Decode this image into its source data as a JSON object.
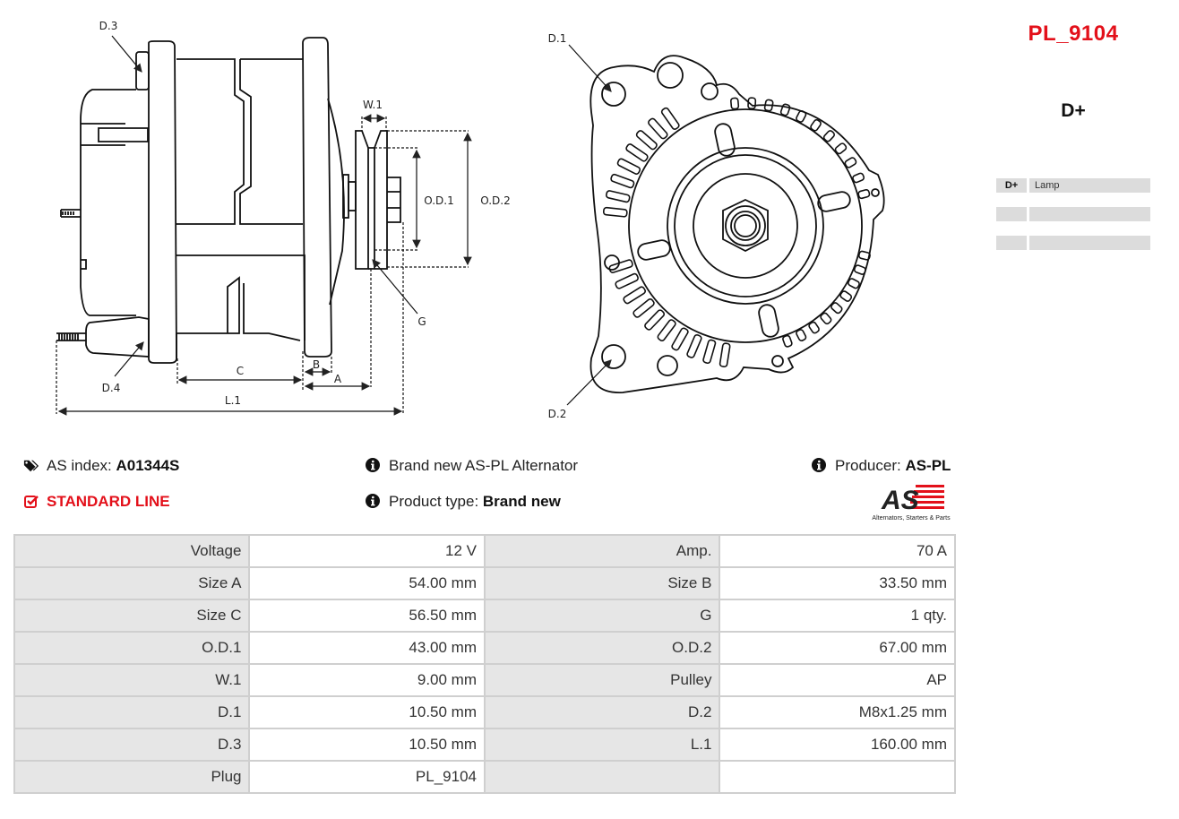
{
  "header": {
    "part_code": "PL_9104",
    "terminal_title": "D+",
    "pinout": [
      {
        "pin": "D+",
        "function": "Lamp"
      },
      {
        "pin": "",
        "function": ""
      },
      {
        "pin": "",
        "function": ""
      }
    ]
  },
  "drawing": {
    "side_view_labels": {
      "d3": "D.3",
      "d4": "D.4",
      "w1": "W.1",
      "od1": "O.D.1",
      "od2": "O.D.2",
      "g": "G",
      "c": "C",
      "b": "B",
      "a": "A",
      "l1": "L.1"
    },
    "front_view_labels": {
      "d1": "D.1",
      "d2": "D.2"
    }
  },
  "info": {
    "as_index_label": "AS index:",
    "as_index_value": "A01344S",
    "line_label": "STANDARD LINE",
    "description": "Brand new AS-PL Alternator",
    "product_type_label": "Product type:",
    "product_type_value": "Brand new",
    "producer_label": "Producer:",
    "producer_value": "AS-PL",
    "logo_text": "AS",
    "logo_tagline": "Alternators, Starters & Parts",
    "icons": {
      "as_index": "tags-icon",
      "line": "checkbox-checked-icon",
      "description": "info-circle-icon",
      "product_type": "info-circle-icon",
      "producer": "info-circle-icon"
    },
    "accent_color": "#e3101a"
  },
  "specs": {
    "rows": [
      [
        {
          "label": "Voltage",
          "value": "12 V"
        },
        {
          "label": "Amp.",
          "value": "70 A"
        }
      ],
      [
        {
          "label": "Size A",
          "value": "54.00 mm"
        },
        {
          "label": "Size B",
          "value": "33.50 mm"
        }
      ],
      [
        {
          "label": "Size C",
          "value": "56.50 mm"
        },
        {
          "label": "G",
          "value": "1 qty."
        }
      ],
      [
        {
          "label": "O.D.1",
          "value": "43.00 mm"
        },
        {
          "label": "O.D.2",
          "value": "67.00 mm"
        }
      ],
      [
        {
          "label": "W.1",
          "value": "9.00 mm"
        },
        {
          "label": "Pulley",
          "value": "AP"
        }
      ],
      [
        {
          "label": "D.1",
          "value": "10.50 mm"
        },
        {
          "label": "D.2",
          "value": "M8x1.25 mm"
        }
      ],
      [
        {
          "label": "D.3",
          "value": "10.50 mm"
        },
        {
          "label": "L.1",
          "value": "160.00 mm"
        }
      ],
      [
        {
          "label": "Plug",
          "value": "PL_9104"
        },
        {
          "label": "",
          "value": ""
        }
      ]
    ]
  }
}
